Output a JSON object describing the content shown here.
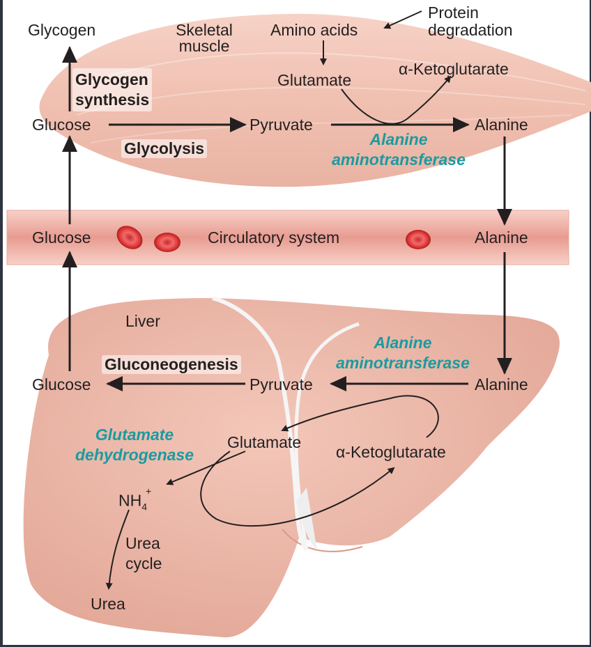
{
  "muscle": {
    "glycogen": "Glycogen",
    "skeletal_muscle_line1": "Skeletal",
    "skeletal_muscle_line2": "muscle",
    "amino_acids": "Amino acids",
    "protein_degradation_line1": "Protein",
    "protein_degradation_line2": "degradation",
    "glycogen_synthesis_line1": "Glycogen",
    "glycogen_synthesis_line2": "synthesis",
    "glutamate": "Glutamate",
    "alpha_ketoglutarate": "α-Ketoglutarate",
    "glucose": "Glucose",
    "pyruvate": "Pyruvate",
    "alanine": "Alanine",
    "glycolysis": "Glycolysis",
    "enzyme_line1": "Alanine",
    "enzyme_line2": "aminotransferase"
  },
  "blood": {
    "glucose": "Glucose",
    "circulatory_system": "Circulatory system",
    "alanine": "Alanine"
  },
  "liver": {
    "liver": "Liver",
    "enzyme_line1": "Alanine",
    "enzyme_line2": "aminotransferase",
    "gluconeogenesis": "Gluconeogenesis",
    "glucose": "Glucose",
    "pyruvate": "Pyruvate",
    "alanine": "Alanine",
    "gdh_line1": "Glutamate",
    "gdh_line2": "dehydrogenase",
    "glutamate": "Glutamate",
    "alpha_ketoglutarate": "α-Ketoglutarate",
    "nh4": "NH",
    "nh4_sub": "4",
    "nh4_sup": "+",
    "urea_cycle_line1": "Urea",
    "urea_cycle_line2": "cycle",
    "urea": "Urea"
  },
  "colors": {
    "muscle": "#f2c6b8",
    "blood_band": "#e8958a",
    "liver": "#eab5a6",
    "enzyme_text": "#1a9ba1",
    "arrow": "#231f20"
  }
}
